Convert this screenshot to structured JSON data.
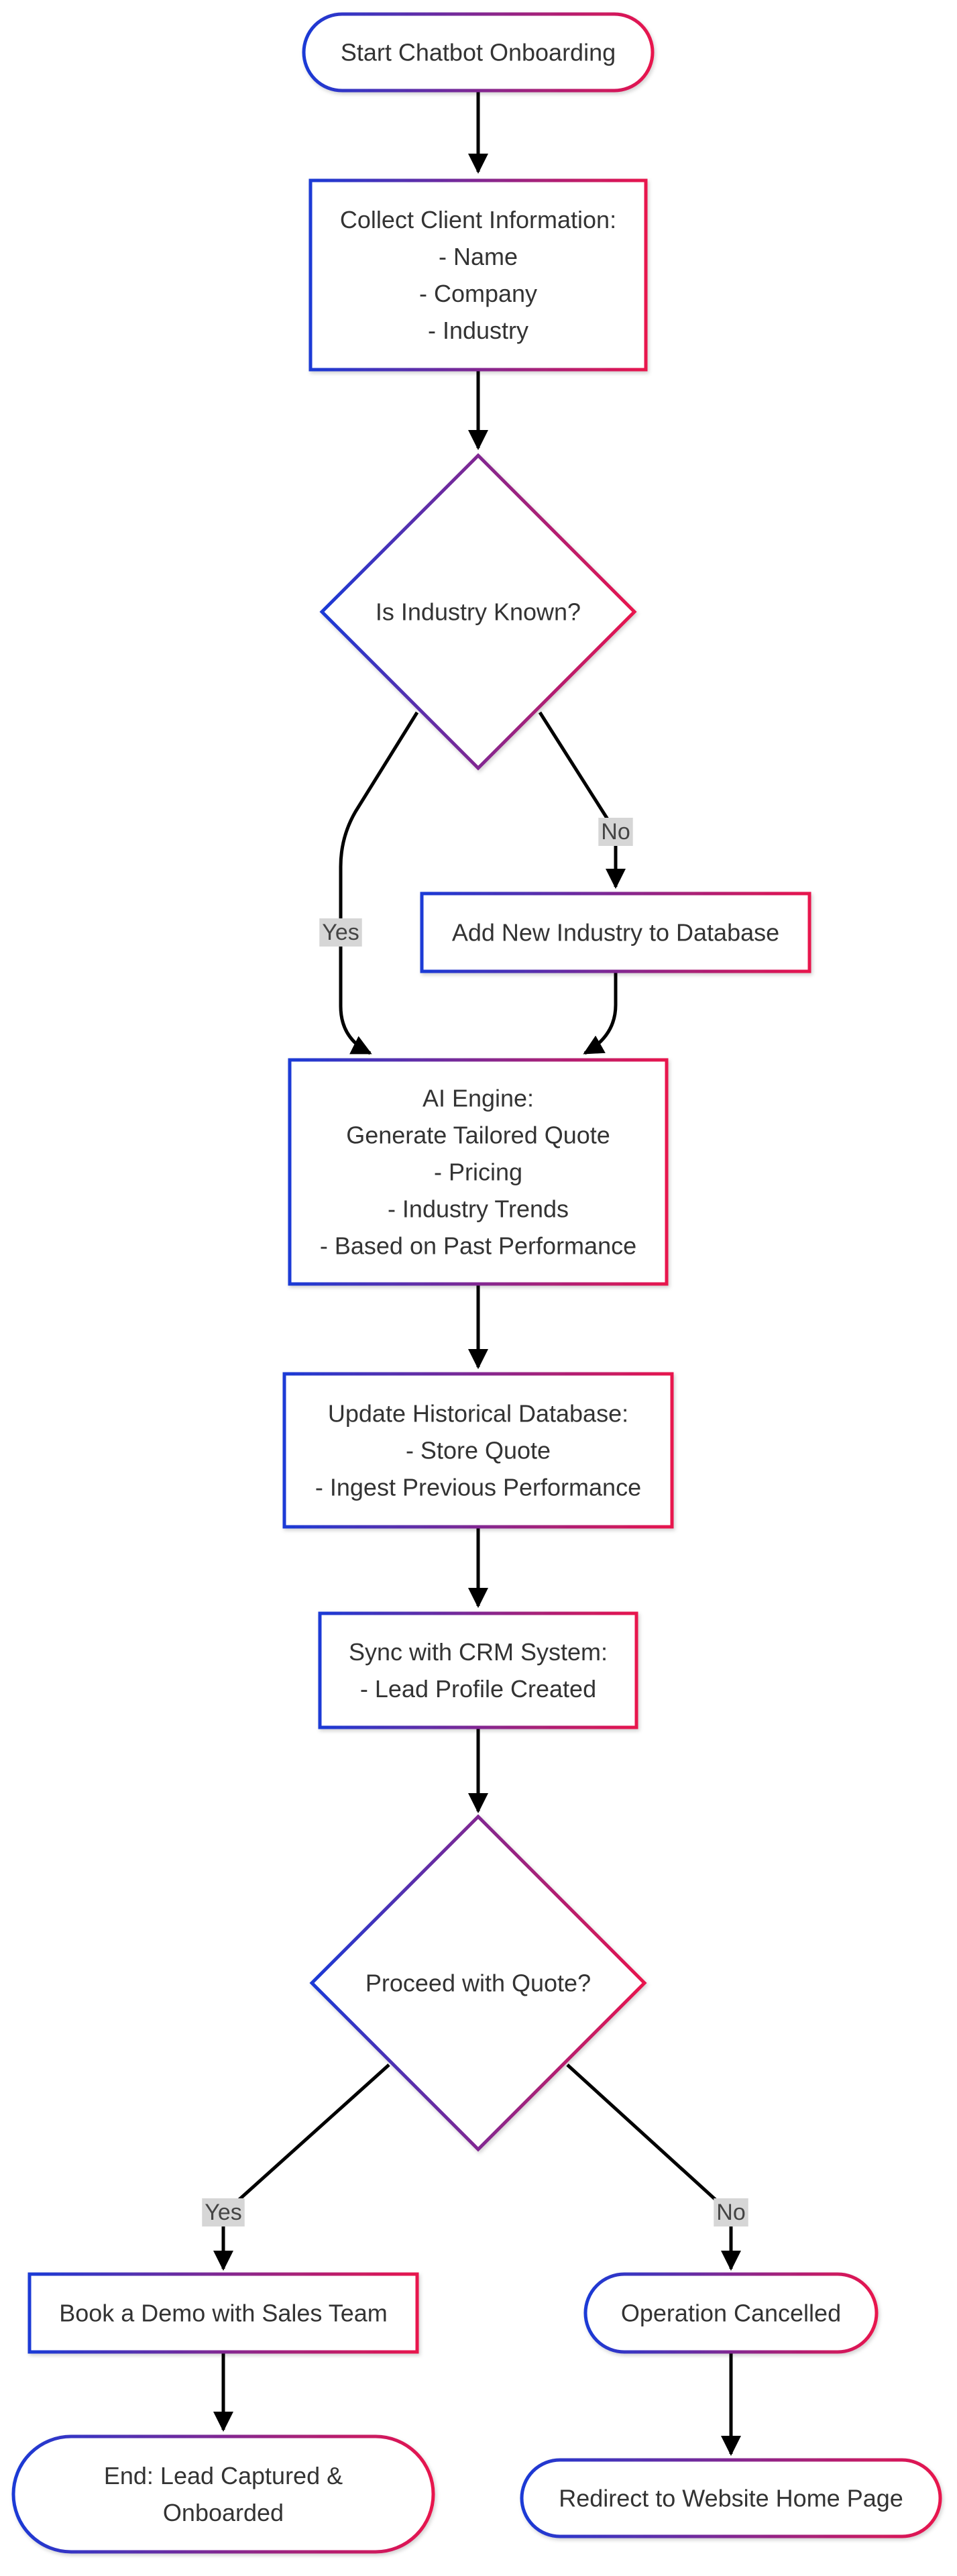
{
  "diagram": {
    "type": "flowchart",
    "gradient": {
      "start": "#1a3ad6",
      "end": "#e8154d"
    },
    "nodes": {
      "start": {
        "shape": "stadium",
        "lines": [
          "Start Chatbot Onboarding"
        ]
      },
      "collect": {
        "shape": "rect",
        "lines": [
          "Collect Client Information:",
          "- Name",
          "- Company",
          "- Industry"
        ]
      },
      "industry_known": {
        "shape": "diamond",
        "lines": [
          "Is Industry Known?"
        ]
      },
      "add_industry": {
        "shape": "rect",
        "lines": [
          "Add New Industry to Database"
        ]
      },
      "ai_engine": {
        "shape": "rect",
        "lines": [
          "AI Engine:",
          "Generate Tailored Quote",
          "- Pricing",
          "- Industry Trends",
          "- Based on Past Performance"
        ]
      },
      "update_db": {
        "shape": "rect",
        "lines": [
          "Update Historical Database:",
          "- Store Quote",
          "- Ingest Previous Performance"
        ]
      },
      "crm_sync": {
        "shape": "rect",
        "lines": [
          "Sync with CRM System:",
          "- Lead Profile Created"
        ]
      },
      "proceed": {
        "shape": "diamond",
        "lines": [
          "Proceed with Quote?"
        ]
      },
      "book_demo": {
        "shape": "rect",
        "lines": [
          "Book a Demo with Sales Team"
        ]
      },
      "cancelled": {
        "shape": "stadium",
        "lines": [
          "Operation Cancelled"
        ]
      },
      "end": {
        "shape": "stadium",
        "lines": [
          "End: Lead Captured &",
          "Onboarded"
        ]
      },
      "redirect": {
        "shape": "stadium",
        "lines": [
          "Redirect to Website Home Page"
        ]
      }
    },
    "edges": [
      {
        "from": "start",
        "to": "collect",
        "label": ""
      },
      {
        "from": "collect",
        "to": "industry_known",
        "label": ""
      },
      {
        "from": "industry_known",
        "to": "ai_engine",
        "label": "Yes"
      },
      {
        "from": "industry_known",
        "to": "add_industry",
        "label": "No"
      },
      {
        "from": "add_industry",
        "to": "ai_engine",
        "label": ""
      },
      {
        "from": "ai_engine",
        "to": "update_db",
        "label": ""
      },
      {
        "from": "update_db",
        "to": "crm_sync",
        "label": ""
      },
      {
        "from": "crm_sync",
        "to": "proceed",
        "label": ""
      },
      {
        "from": "proceed",
        "to": "book_demo",
        "label": "Yes"
      },
      {
        "from": "proceed",
        "to": "cancelled",
        "label": "No"
      },
      {
        "from": "book_demo",
        "to": "end",
        "label": ""
      },
      {
        "from": "cancelled",
        "to": "redirect",
        "label": ""
      }
    ]
  }
}
